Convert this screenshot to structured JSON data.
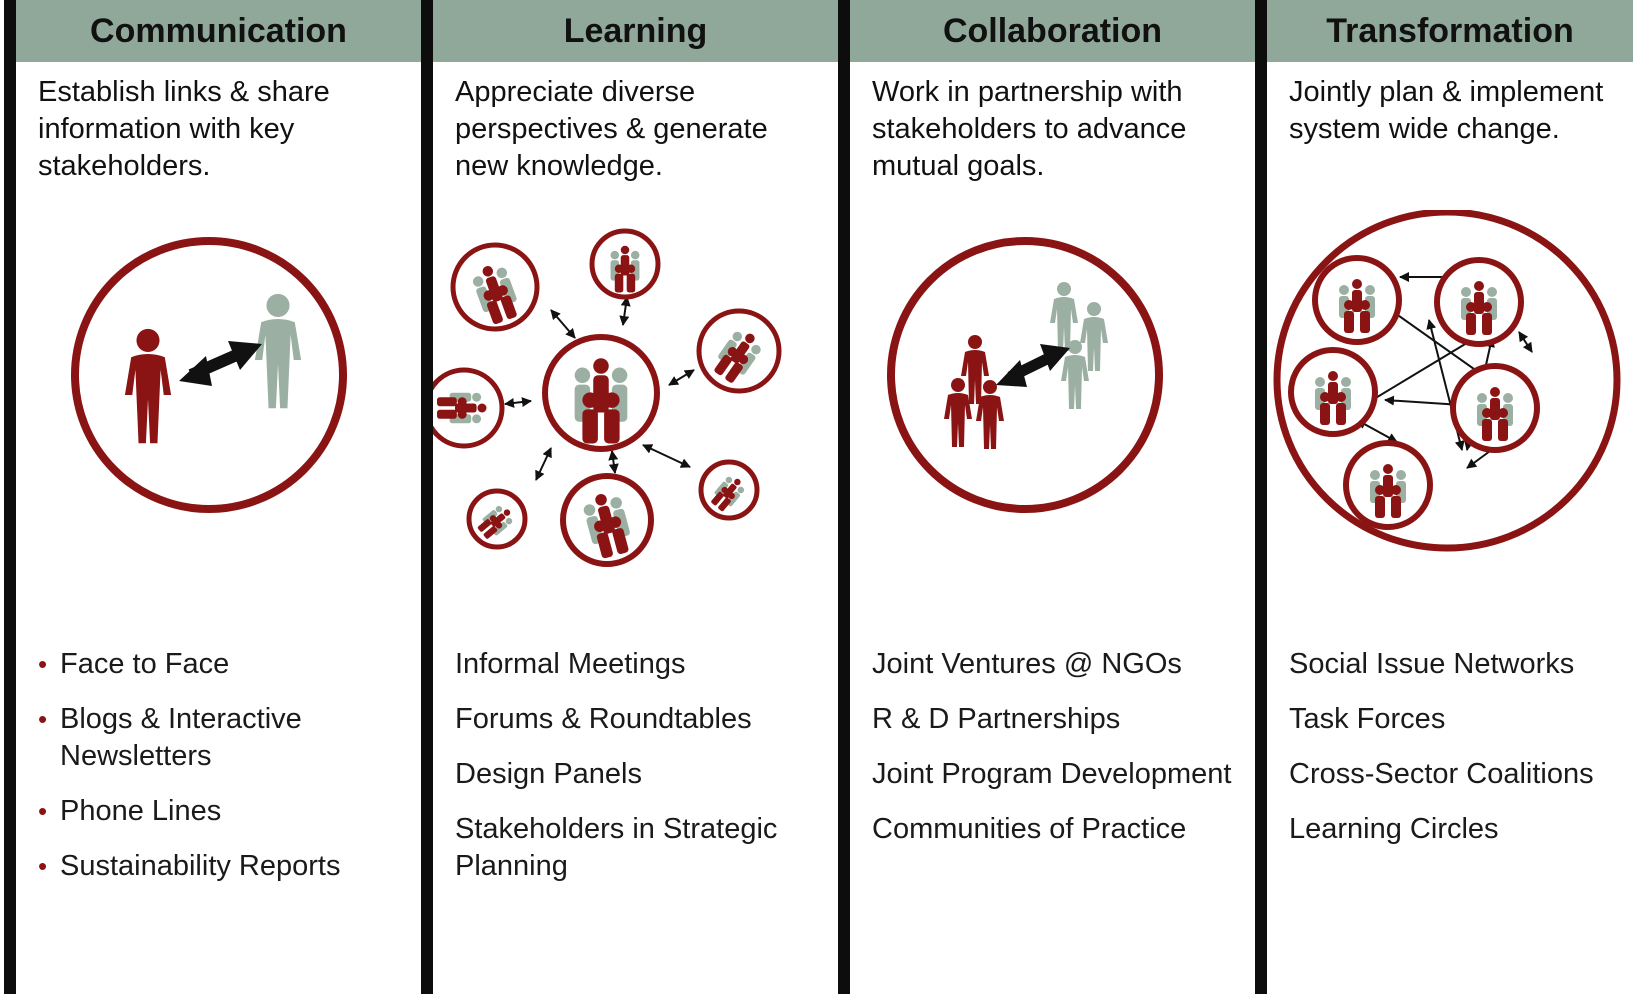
{
  "columns": [
    {
      "title": "Communication",
      "description": "Establish links &  share information with key stakeholders.",
      "items": [
        "Face to Face",
        "Blogs & Interactive Newsletters",
        "Phone Lines",
        "Sustainability Reports"
      ]
    },
    {
      "title": "Learning",
      "description": "Appreciate diverse perspectives & generate new knowledge.",
      "items": [
        "Informal Meetings",
        "Forums & Roundtables",
        "Design Panels",
        "Stakeholders in Strategic Planning"
      ]
    },
    {
      "title": "Collaboration",
      "description": "Work in partnership with stakeholders to advance mutual goals.",
      "items": [
        "Joint Ventures @ NGOs",
        "R & D Partnerships",
        "Joint  Program Development",
        "Communities of Practice"
      ]
    },
    {
      "title": "Transformation",
      "description": "Jointly plan & implement system wide change.",
      "items": [
        "Social Issue Networks",
        "Task Forces",
        "Cross-Sector Coalitions",
        "Learning Circles"
      ]
    }
  ],
  "colors": {
    "header": "#8fa899",
    "accent_red": "#8a1414",
    "sage": "#9bb0a3",
    "divider": "#0d0d0d"
  }
}
